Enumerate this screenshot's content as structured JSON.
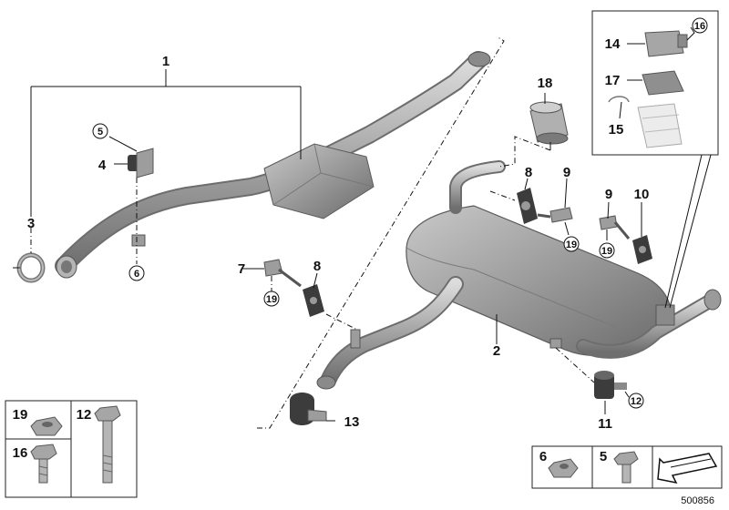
{
  "callouts": {
    "c1": "1",
    "c2": "2",
    "c3": "3",
    "c4": "4",
    "c5": "5",
    "c6": "6",
    "c7": "7",
    "c8a": "8",
    "c8b": "8",
    "c9a": "9",
    "c9b": "9",
    "c10": "10",
    "c11": "11",
    "c12": "12",
    "c13": "13",
    "c14": "14",
    "c15": "15",
    "c16": "16",
    "c17": "17",
    "c18": "18",
    "c19a": "19",
    "c19b": "19",
    "c19c": "19"
  },
  "legend_left": {
    "a": "19",
    "b": "12",
    "c": "16"
  },
  "legend_right": {
    "a": "6",
    "b": "5"
  },
  "doc_number": "500856",
  "colors": {
    "metal_dark": "#7a7a7a",
    "metal_mid": "#a5a5a5",
    "metal_light": "#d0d0d0",
    "rubber": "#3c3c3c"
  }
}
